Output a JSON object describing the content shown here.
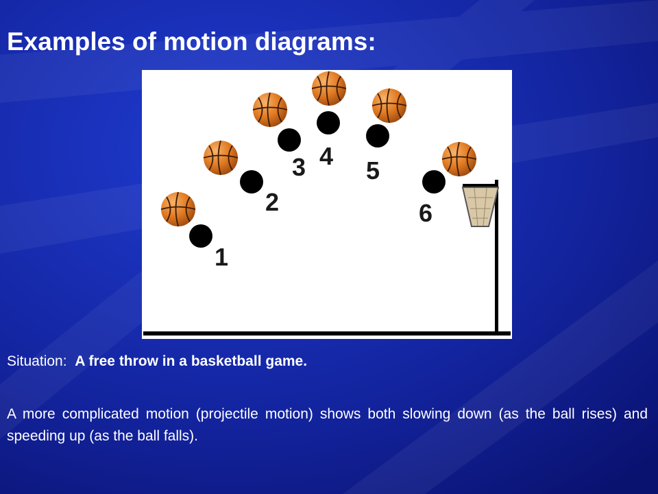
{
  "title": "Examples of motion diagrams:",
  "diagram": {
    "positions": [
      {
        "label": "1"
      },
      {
        "label": "2"
      },
      {
        "label": "3"
      },
      {
        "label": "4"
      },
      {
        "label": "5"
      },
      {
        "label": "6"
      }
    ]
  },
  "situation": {
    "label": "Situation:",
    "text": "A free throw in a basketball game."
  },
  "description": "A more complicated motion (projectile motion) shows both slowing down (as the ball rises) and speeding up (as the ball falls).",
  "colors": {
    "background": "#0e1a8c",
    "panel": "#ffffff",
    "ball": "#e07a22",
    "dot": "#000000",
    "net": "#d8c8a8"
  },
  "icons": [
    "basketball-icon",
    "basketball-hoop-icon"
  ]
}
